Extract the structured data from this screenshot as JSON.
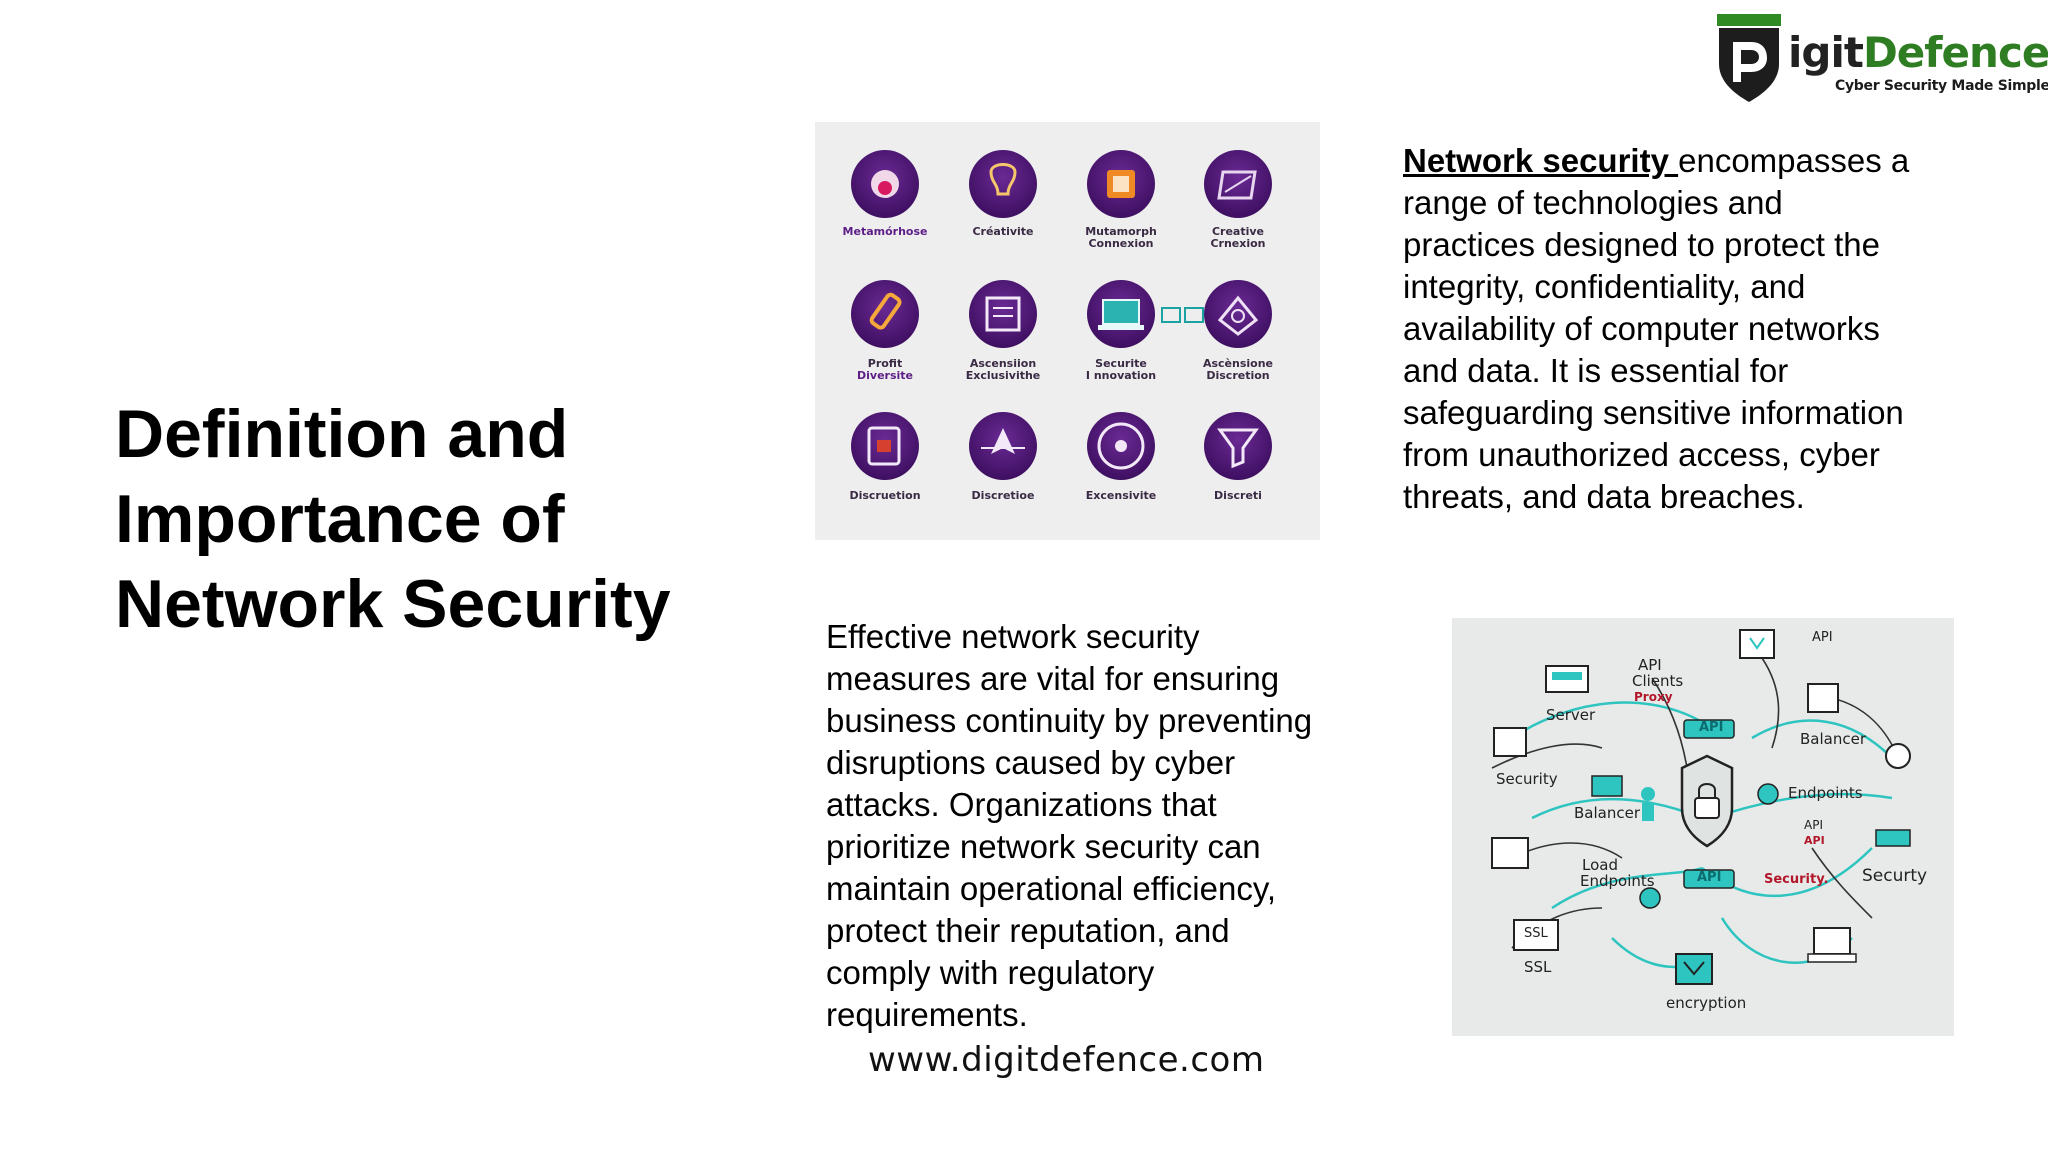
{
  "logo": {
    "word_dark": "igit",
    "word_green": "Defence",
    "tagline": "Cyber Security Made Simple."
  },
  "title": {
    "line1": "Definition and",
    "line2": "Importance of",
    "line3": "Network Security"
  },
  "icon_grid": {
    "labels": [
      [
        "Metamórhose",
        ""
      ],
      [
        "Créativite",
        ""
      ],
      [
        "Mutamorph",
        "Connexion"
      ],
      [
        "Creative",
        "Crnexion"
      ],
      [
        "Profit",
        "Diversite"
      ],
      [
        "Ascensiion",
        "Exclusivithe"
      ],
      [
        "Securite",
        "I nnovation"
      ],
      [
        "Ascènsione",
        "Discretion"
      ],
      [
        "Discruetion",
        ""
      ],
      [
        "Discretioe",
        ""
      ],
      [
        "Excensivite",
        ""
      ],
      [
        "Discreti",
        ""
      ]
    ],
    "accent": "#4b1670"
  },
  "paragraph1": {
    "term": "Network security ",
    "line1": "encompasses a",
    "line2": "range of technologies and",
    "line3": "practices designed to protect the",
    "line4": "integrity, confidentiality, and",
    "line5": "availability of computer networks",
    "line6": "and data. It is essential for",
    "line7": "safeguarding sensitive information",
    "line8": "from unauthorized access, cyber",
    "line9": "threats, and data breaches."
  },
  "paragraph2": {
    "lines": [
      "Effective network security",
      "measures are vital for ensuring",
      "business continuity by preventing",
      "disruptions caused by cyber",
      "attacks. Organizations that",
      "prioritize network security can",
      "maintain operational efficiency,",
      "protect their reputation, and",
      "comply with regulatory",
      "requirements."
    ]
  },
  "sketch": {
    "labels": {
      "api_top": "API",
      "api_clients": "API",
      "clients": "Clients",
      "proxy": "Proxy",
      "server": "Server",
      "api_chip": "API",
      "balancer_right": "Balancer",
      "security_left": "Security",
      "endpoints_right": "Endpoints",
      "balancer_mid": "Balancer",
      "api_small": "API",
      "api_small_red": "API",
      "load": "Load",
      "endpoints_mid": "Endpoints",
      "api_chip2": "API",
      "security_red": "Security.",
      "securty": "Securty",
      "ssl_box": "SSL",
      "ssl": "SSL",
      "encryption": "encryption"
    }
  },
  "url": "www.digitdefence.com"
}
